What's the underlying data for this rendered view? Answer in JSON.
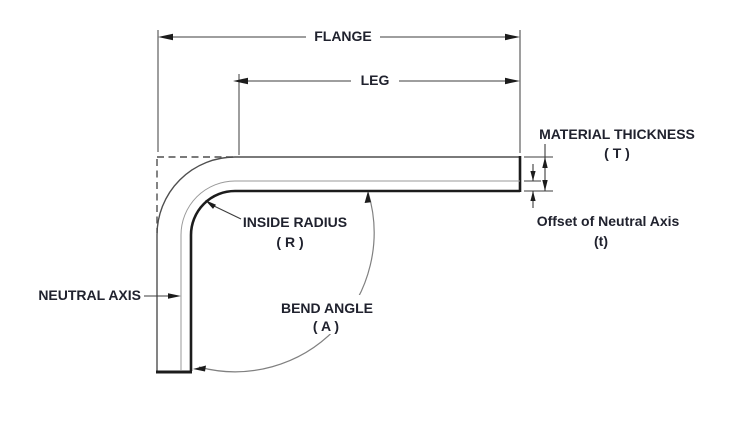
{
  "labels": {
    "flange": "FLANGE",
    "leg": "LEG",
    "material_thickness": "MATERIAL THICKNESS",
    "material_thickness_symbol": "( T )",
    "offset_neutral_axis": "Offset of Neutral Axis",
    "offset_neutral_axis_symbol": "(t)",
    "inside_radius": "INSIDE RADIUS",
    "inside_radius_symbol": "( R )",
    "neutral_axis": "NEUTRAL AXIS",
    "bend_angle": "BEND ANGLE",
    "bend_angle_symbol": "( A )"
  },
  "colors": {
    "background": "#ffffff",
    "outline_dark": "#1c1c1c",
    "outline_light": "#4f4f4f",
    "neutral_line": "#9a9a9a",
    "dim_line": "#3c3c3c",
    "arc_line": "#808080",
    "text": "#20222e"
  }
}
